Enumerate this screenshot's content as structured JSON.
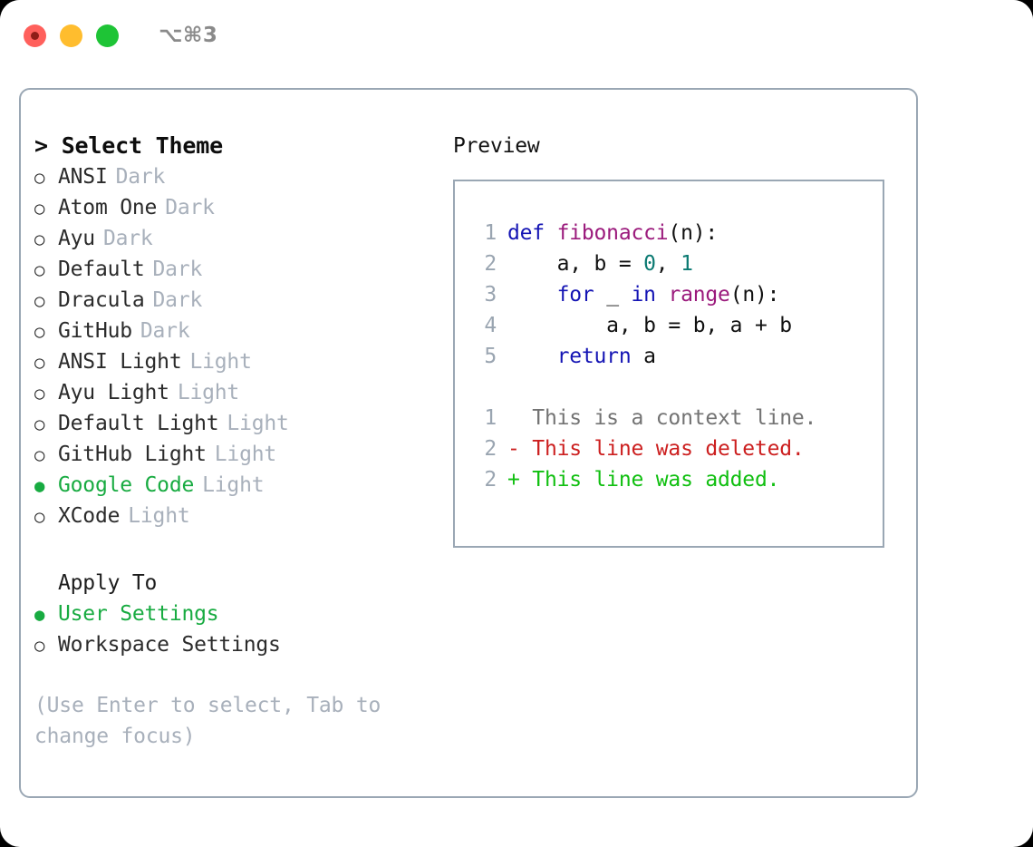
{
  "window": {
    "shortcut_hint": "⌥⌘3",
    "traffic_lights": [
      {
        "name": "close",
        "color": "#ff605c"
      },
      {
        "name": "minimize",
        "color": "#ffbd2e"
      },
      {
        "name": "zoom",
        "color": "#1ec436"
      }
    ]
  },
  "theme_picker": {
    "title": "> Select Theme",
    "selected_bullet": "●",
    "unselected_bullet": "○",
    "accent_color": "#18ab41",
    "items": [
      {
        "bullet": "○",
        "name": "ANSI",
        "kind": "Dark",
        "selected": false
      },
      {
        "bullet": "○",
        "name": "Atom One",
        "kind": "Dark",
        "selected": false
      },
      {
        "bullet": "○",
        "name": "Ayu",
        "kind": "Dark",
        "selected": false
      },
      {
        "bullet": "○",
        "name": "Default",
        "kind": "Dark",
        "selected": false
      },
      {
        "bullet": "○",
        "name": "Dracula",
        "kind": "Dark",
        "selected": false
      },
      {
        "bullet": "○",
        "name": "GitHub",
        "kind": "Dark",
        "selected": false
      },
      {
        "bullet": "○",
        "name": "ANSI Light",
        "kind": "Light",
        "selected": false
      },
      {
        "bullet": "○",
        "name": "Ayu Light",
        "kind": "Light",
        "selected": false
      },
      {
        "bullet": "○",
        "name": "Default Light",
        "kind": "Light",
        "selected": false
      },
      {
        "bullet": "○",
        "name": "GitHub Light",
        "kind": "Light",
        "selected": false
      },
      {
        "bullet": "●",
        "name": "Google Code",
        "kind": "Light",
        "selected": true
      },
      {
        "bullet": "○",
        "name": "XCode",
        "kind": "Light",
        "selected": false
      }
    ]
  },
  "apply_to": {
    "title": "Apply To",
    "options": [
      {
        "bullet": "●",
        "label": "User Settings",
        "selected": true
      },
      {
        "bullet": "○",
        "label": "Workspace Settings",
        "selected": false
      }
    ]
  },
  "footer": {
    "hint": "(Use Enter to select, Tab to change focus)"
  },
  "preview": {
    "title": "Preview",
    "code_lines": [
      {
        "no": "1",
        "tokens": [
          {
            "t": "def ",
            "c": "kw"
          },
          {
            "t": "fibonacci",
            "c": "fn"
          },
          {
            "t": "(n):",
            "c": "plain"
          }
        ]
      },
      {
        "no": "2",
        "tokens": [
          {
            "t": "    a, b = ",
            "c": "plain"
          },
          {
            "t": "0",
            "c": "num"
          },
          {
            "t": ", ",
            "c": "plain"
          },
          {
            "t": "1",
            "c": "num"
          }
        ]
      },
      {
        "no": "3",
        "tokens": [
          {
            "t": "    ",
            "c": "plain"
          },
          {
            "t": "for",
            "c": "kw"
          },
          {
            "t": " _ ",
            "c": "plain"
          },
          {
            "t": "in",
            "c": "kw"
          },
          {
            "t": " ",
            "c": "plain"
          },
          {
            "t": "range",
            "c": "fn"
          },
          {
            "t": "(n):",
            "c": "plain"
          }
        ]
      },
      {
        "no": "4",
        "tokens": [
          {
            "t": "        a, b = b, a + b",
            "c": "plain"
          }
        ]
      },
      {
        "no": "5",
        "tokens": [
          {
            "t": "    ",
            "c": "plain"
          },
          {
            "t": "return",
            "c": "kw"
          },
          {
            "t": " a",
            "c": "plain"
          }
        ]
      }
    ],
    "diff_lines": [
      {
        "no": "1",
        "marker": " ",
        "text": " This is a context line.",
        "kind": "context"
      },
      {
        "no": "2",
        "marker": "-",
        "text": " This line was deleted.",
        "kind": "del"
      },
      {
        "no": "2",
        "marker": "+",
        "text": " This line was added.",
        "kind": "add"
      }
    ],
    "colors": {
      "keyword": "#1414b4",
      "function": "#9b1a7c",
      "number": "#0b7a72",
      "plain": "#111111",
      "lineno": "#9aa5b1",
      "diff_context": "#737373",
      "diff_deleted": "#cc1f1f",
      "diff_added": "#10bf10"
    }
  }
}
